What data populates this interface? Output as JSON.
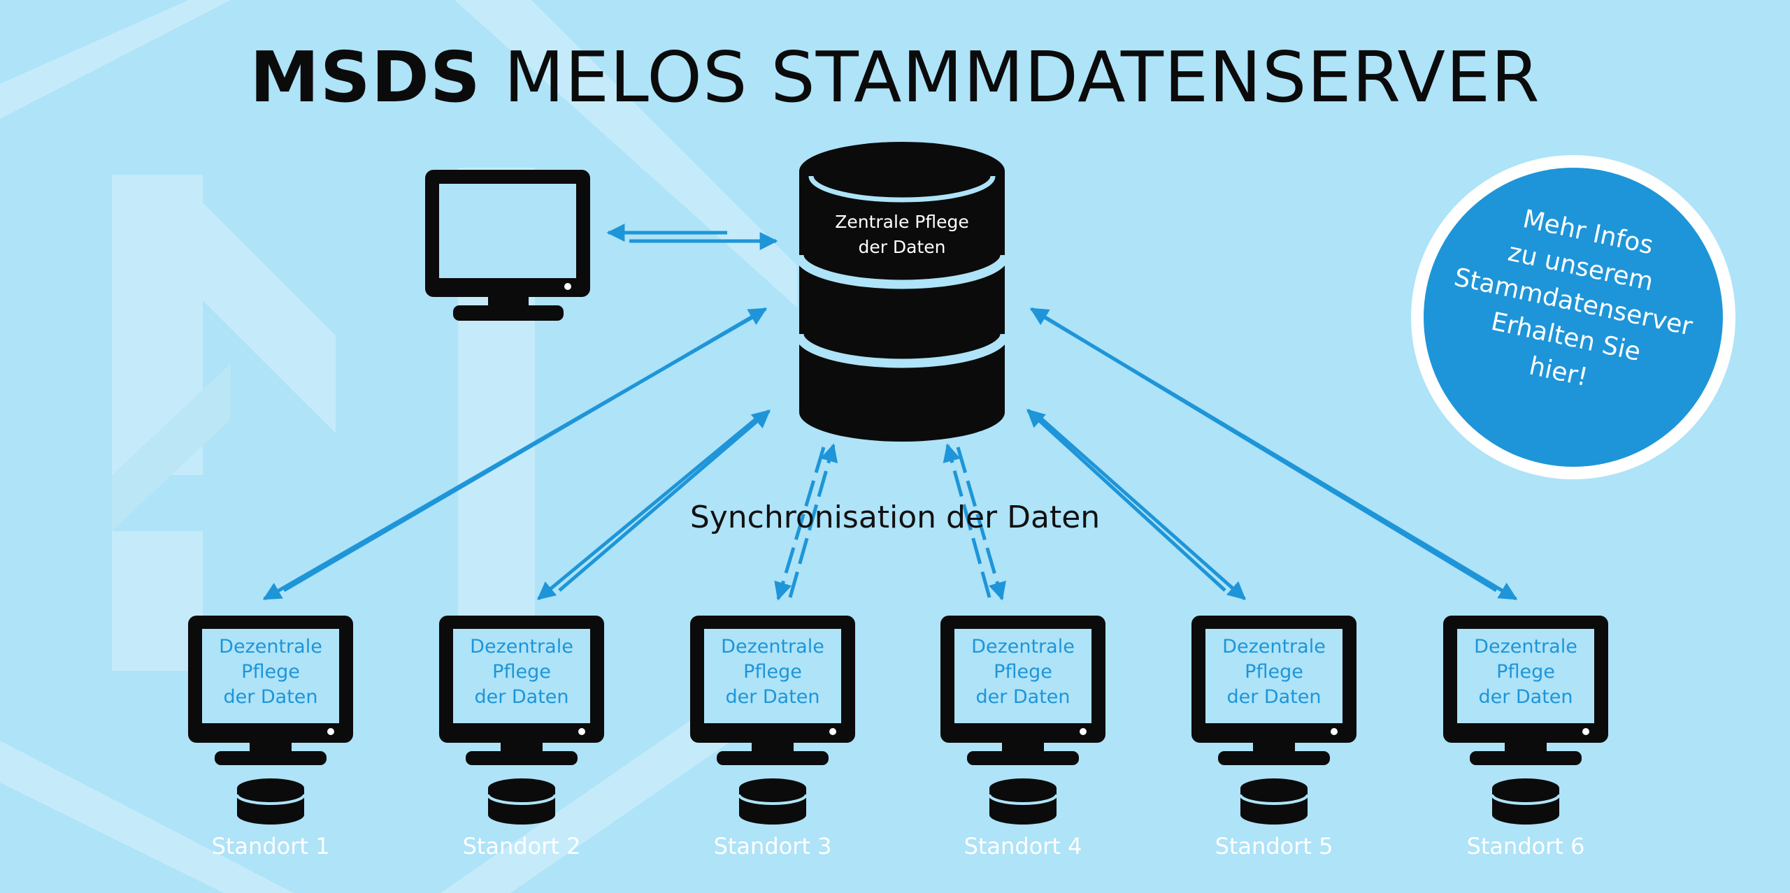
{
  "title": {
    "bold": "MSDS",
    "rest": "MELOS STAMMDATENSERVER"
  },
  "central_db": {
    "label_line1": "Zentrale Pflege",
    "label_line2": "der Daten"
  },
  "sync_label": "Synchronisation der Daten",
  "sites": [
    {
      "label": "Standort 1",
      "screen_line1": "Dezentrale",
      "screen_line2": "Pflege",
      "screen_line3": "der Daten"
    },
    {
      "label": "Standort 2",
      "screen_line1": "Dezentrale",
      "screen_line2": "Pflege",
      "screen_line3": "der Daten"
    },
    {
      "label": "Standort 3",
      "screen_line1": "Dezentrale",
      "screen_line2": "Pflege",
      "screen_line3": "der Daten"
    },
    {
      "label": "Standort 4",
      "screen_line1": "Dezentrale",
      "screen_line2": "Pflege",
      "screen_line3": "der Daten"
    },
    {
      "label": "Standort 5",
      "screen_line1": "Dezentrale",
      "screen_line2": "Pflege",
      "screen_line3": "der Daten"
    },
    {
      "label": "Standort 6",
      "screen_line1": "Dezentrale",
      "screen_line2": "Pflege",
      "screen_line3": "der Daten"
    }
  ],
  "info_badge": {
    "line1": "Mehr Infos",
    "line2": "zu unserem",
    "line3": "Stammdatenserver",
    "line4": "Erhalten Sie",
    "line5": "hier!"
  },
  "colors": {
    "background": "#aee3f8",
    "accent": "#1e95d8",
    "device": "#0b0b0b",
    "watermark": "#d6f1fc"
  },
  "icons": {
    "central": "database-icon",
    "admin": "monitor-icon",
    "site_device": "monitor-icon",
    "site_storage": "database-icon",
    "sync": "bidirectional-arrow-icon"
  }
}
